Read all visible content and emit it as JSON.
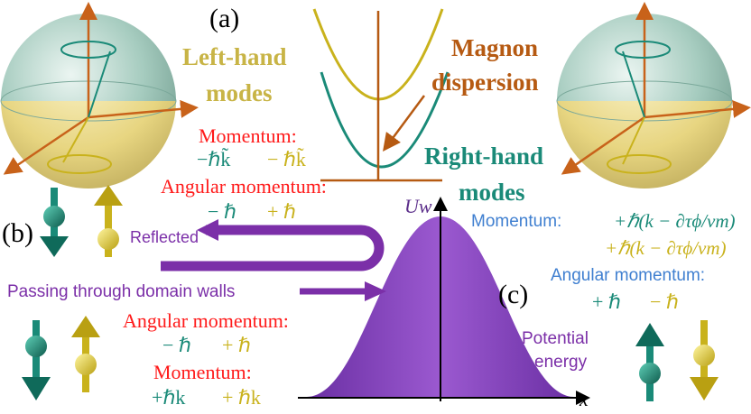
{
  "panel_labels": {
    "a": "(a)",
    "b": "(b)",
    "c": "(c)"
  },
  "dispersion": {
    "left_hand": [
      "Left-hand",
      "modes"
    ],
    "magnon": [
      "Magnon",
      "dispersion"
    ],
    "right_hand": [
      "Right-hand",
      "modes"
    ]
  },
  "upper_left": {
    "momentum_label": "Momentum:",
    "momentum_left": "−ℏk̃",
    "momentum_right": "− ℏk̃",
    "angular_label": "Angular momentum:",
    "angular_left": "− ℏ",
    "angular_right": "+ ℏ"
  },
  "middle": {
    "reflected": "Reflected",
    "passing": "Passing through domain walls"
  },
  "lower_left": {
    "angular_label": "Angular momentum:",
    "angular_left": "− ℏ",
    "angular_right": "+ ℏ",
    "momentum_label": "Momentum:",
    "momentum_left": "+ℏk",
    "momentum_right": "+ ℏk"
  },
  "right_side": {
    "momentum_label": "Momentum:",
    "momentum_line1": "+ℏ(k − ∂τϕ/vm)",
    "momentum_line2": "+ℏ(k − ∂τϕ/vm)",
    "angular_label": "Angular momentum:",
    "angular_left": "+ ℏ",
    "angular_right": "− ℏ"
  },
  "potential": {
    "axis_y": "Uw",
    "axis_x": "x",
    "label": [
      "Potential",
      "energy"
    ]
  },
  "colors": {
    "red": "#ff1a1a",
    "teal": "#1a8a78",
    "gold": "#c9b21c",
    "orange_brown": "#b65a12",
    "purple": "#7b2fa8",
    "blue": "#3f7fd0",
    "olive": "#c8b446"
  }
}
